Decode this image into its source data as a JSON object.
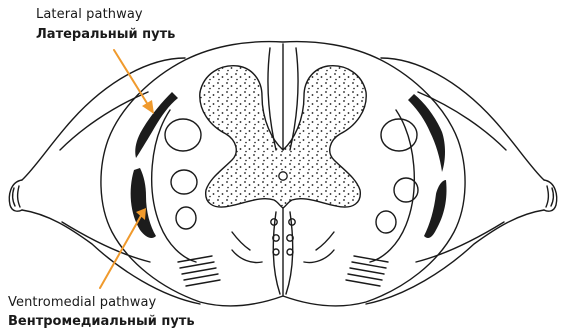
{
  "labels": {
    "lateral": {
      "en": "Lateral pathway",
      "ru": "Латеральный путь"
    },
    "ventromedial": {
      "en": "Ventromedial pathway",
      "ru": "Вентромедиальный путь"
    }
  },
  "colors": {
    "arrow": "#f09a2d",
    "ink": "#1a1a1a",
    "tract_fill": "#1c1c1c"
  }
}
